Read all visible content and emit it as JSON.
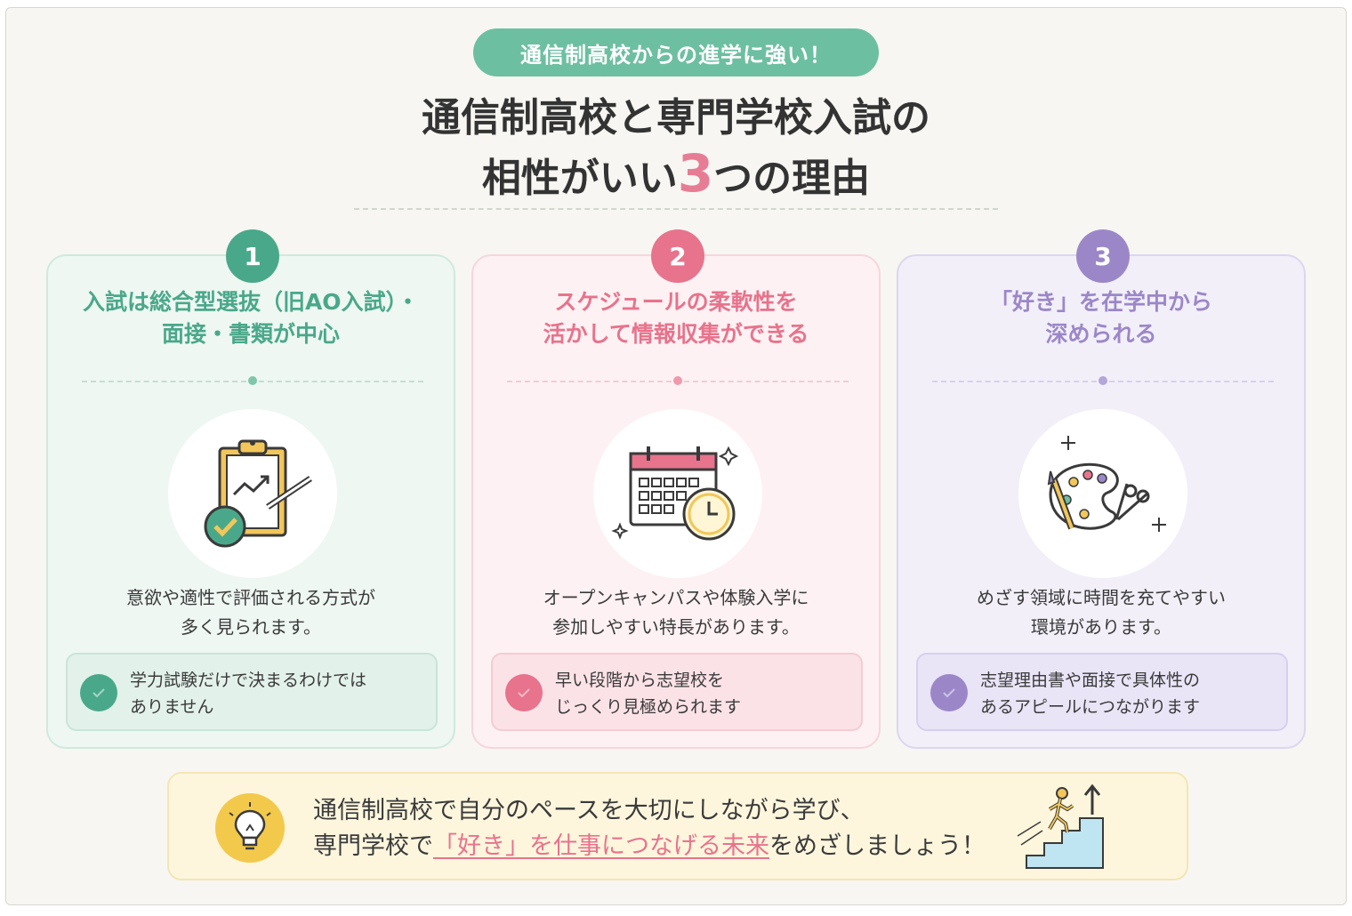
{
  "header": {
    "tagline": "通信制高校からの進学に強い！",
    "title_line1": "通信制高校と専門学校入試の",
    "title_line2_pre": "相性がいい",
    "title_line2_num": "3",
    "title_line2_post": "つの理由"
  },
  "cards": [
    {
      "number": "1",
      "heading_line1": "入試は総合型選抜（旧AO入試）・",
      "heading_line2": "面接・書類が中心",
      "icon": "clipboard-check-icon",
      "desc_line1": "意欲や適性で評価される方式が",
      "desc_line2": "多く見られます。",
      "note_line1": "学力試験だけで決まるわけでは",
      "note_line2": "ありません"
    },
    {
      "number": "2",
      "heading_line1": "スケジュールの柔軟性を",
      "heading_line2": "活かして情報収集ができる",
      "icon": "calendar-clock-icon",
      "desc_line1": "オープンキャンパスや体験入学に",
      "desc_line2": "参加しやすい特長があります。",
      "note_line1": "早い段階から志望校を",
      "note_line2": "じっくり見極められます"
    },
    {
      "number": "3",
      "heading_line1": "「好き」を在学中から",
      "heading_line2": "深められる",
      "icon": "palette-scissors-icon",
      "desc_line1": "めざす領域に時間を充てやすい",
      "desc_line2": "環境があります。",
      "note_line1": "志望理由書や面接で具体性の",
      "note_line2": "あるアピールにつながります"
    }
  ],
  "footer": {
    "line1": "通信制高校で自分のペースを大切にしながら学び、",
    "line2_pre": "専門学校で",
    "line2_highlight": "「好き」を仕事につなげる未来",
    "line2_post": "をめざしましょう！"
  },
  "colors": {
    "green": "#4aa88a",
    "pink": "#e7738c",
    "purple": "#9b87c8",
    "tagline_bg": "#6dbfa1",
    "footer_bg": "#fdf6dd"
  }
}
